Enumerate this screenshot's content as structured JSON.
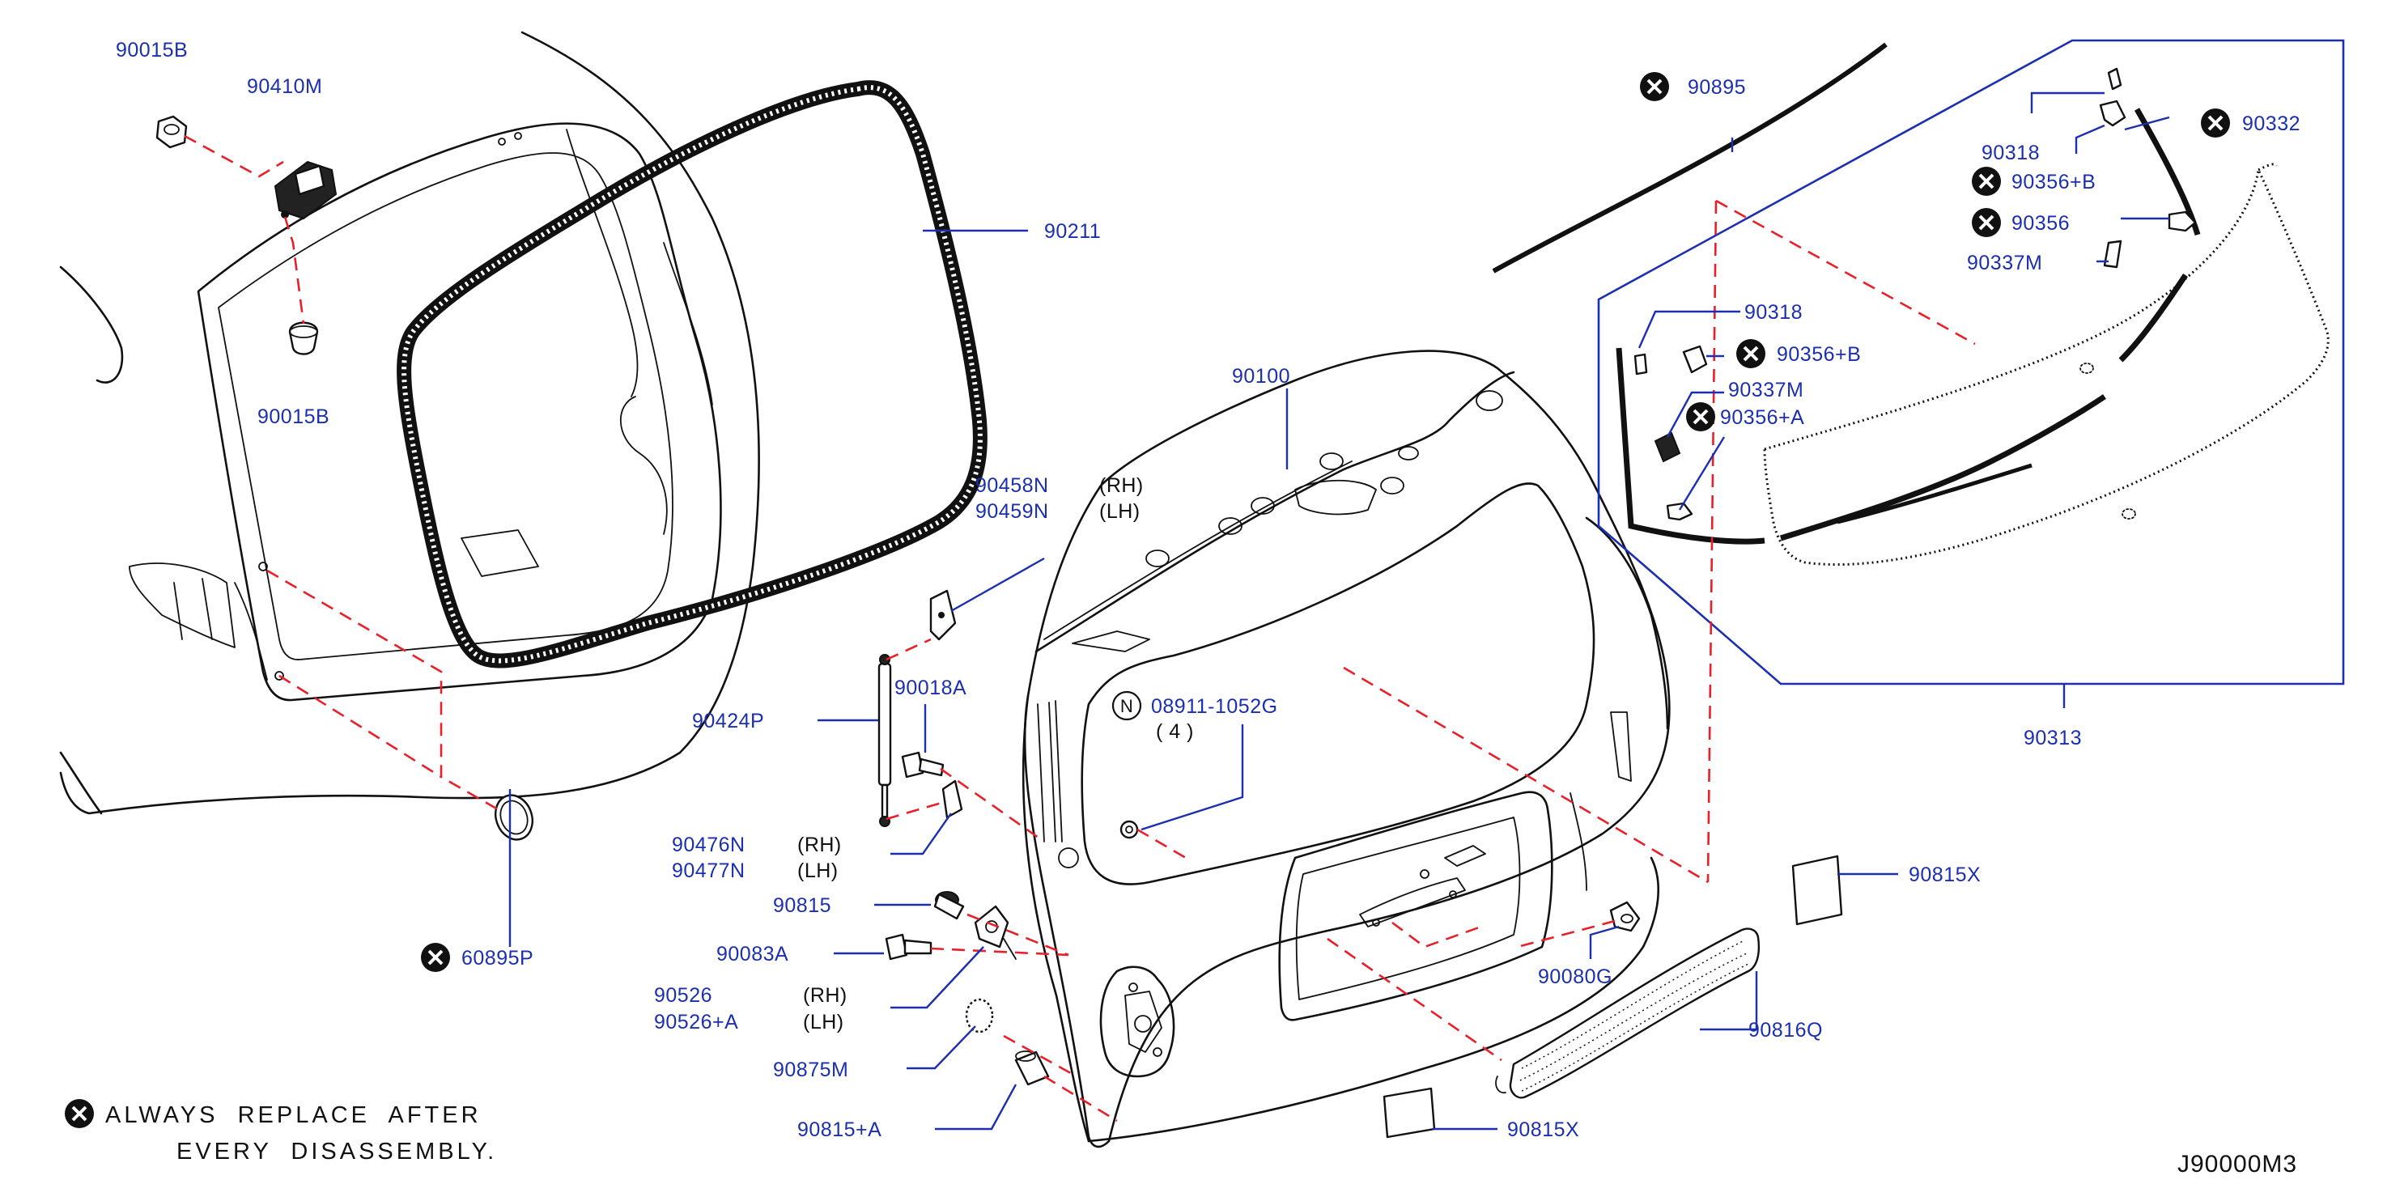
{
  "diagram_code": "J90000M3",
  "legend": {
    "icon": "x-circle-icon",
    "line1": "ALWAYS  REPLACE  AFTER",
    "line2": "EVERY  DISASSEMBLY."
  },
  "labels": {
    "p90015B_top": "90015B",
    "p90410M": "90410M",
    "p90015B_bottom": "90015B",
    "p90211": "90211",
    "p60895P": "60895P",
    "p90100": "90100",
    "p90458N": "90458N",
    "p90459N": "90459N",
    "p90424P": "90424P",
    "p90018A": "90018A",
    "p08911": "08911-1052G",
    "p08911_qty": "( 4 )",
    "p08911_prefix": "N",
    "p90476N": "90476N",
    "p90477N": "90477N",
    "p90815": "90815",
    "p90083A": "90083A",
    "p90526": "90526",
    "p90526A": "90526+A",
    "p90875M": "90875M",
    "p90815A": "90815+A",
    "p90895": "90895",
    "p90318_top": "90318",
    "p90356B_top": "90356+B",
    "p90332": "90332",
    "p90356": "90356",
    "p90337M_top": "90337M",
    "p90318_mid": "90318",
    "p90356B_mid": "90356+B",
    "p90337M_mid": "90337M",
    "p90356A": "90356+A",
    "p90313": "90313",
    "p90815X_right": "90815X",
    "p90080G": "90080G",
    "p90816Q": "90816Q",
    "p90815X_bottom": "90815X"
  },
  "sides": {
    "rh": "(RH)",
    "lh": "(LH)"
  },
  "colors": {
    "label": "#1b2fb0",
    "dashed_guide": "#e8202a",
    "outline": "#111111"
  }
}
